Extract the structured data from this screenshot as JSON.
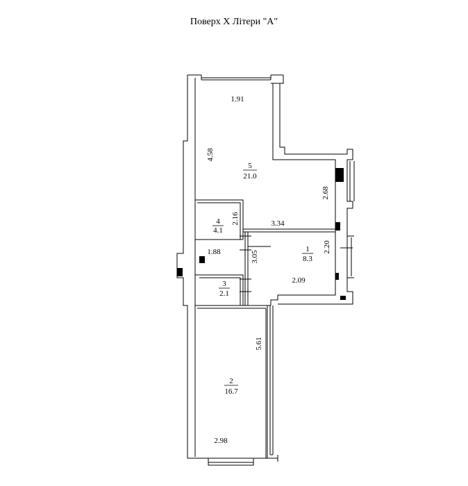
{
  "title": "Поверх Х Літери \"А\"",
  "rooms": [
    {
      "number": "5",
      "area": "21.0"
    },
    {
      "number": "4",
      "area": "4.1"
    },
    {
      "number": "1",
      "area": "8.3"
    },
    {
      "number": "3",
      "area": "2.1"
    },
    {
      "number": "2",
      "area": "16.7"
    }
  ],
  "dimensions": {
    "d1": "1.91",
    "d2": "4.58",
    "d3": "2.68",
    "d4": "2.16",
    "d5": "3.34",
    "d6": "2.20",
    "d7": "1.88",
    "d8": "3.05",
    "d9": "2.09",
    "d10": "5.61",
    "d11": "2.98"
  }
}
